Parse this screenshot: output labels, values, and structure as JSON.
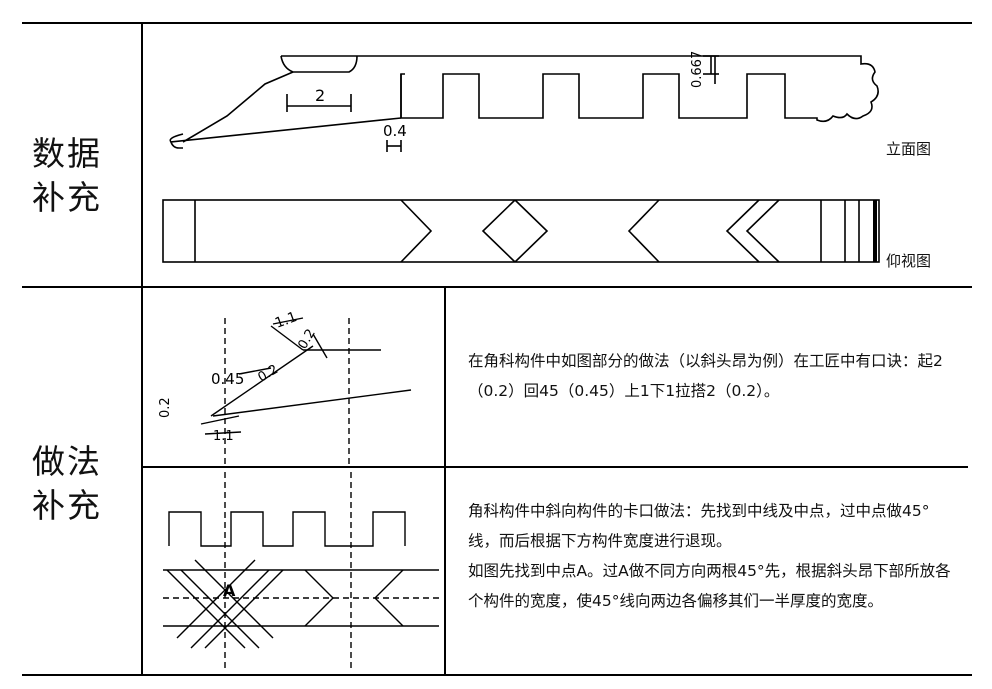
{
  "sections": {
    "data_supplement": {
      "label_line1": "数据",
      "label_line2": "补充"
    },
    "method_supplement": {
      "label_line1": "做法",
      "label_line2": "补充"
    }
  },
  "drawing_top": {
    "elevation_label": "立面图",
    "bottom_view_label": "仰视图",
    "dim_2": "2",
    "dim_04": "0.4",
    "dim_0667": "0.667"
  },
  "drawing_mid": {
    "dim_11": "1.1",
    "dim_045": "0.45",
    "dim_02a": "0.2",
    "dim_02b": "0.2",
    "dim_02c": "0.2",
    "dim_11b": "1.1"
  },
  "drawing_bottom": {
    "point_label": "A"
  },
  "text": {
    "para1": "在角科构件中如图部分的做法（以斜头昂为例）在工匠中有口诀：起2（0.2）回45（0.45）上1下1拉搭2（0.2）。",
    "para2": "角科构件中斜向构件的卡口做法：先找到中线及中点，过中点做45°线，而后根据下方构件宽度进行退现。",
    "para3": "如图先找到中点A。过A做不同方向两根45°先，根据斜头昂下部所放各个构件的宽度，使45°线向两边各偏移其们一半厚度的宽度。"
  }
}
